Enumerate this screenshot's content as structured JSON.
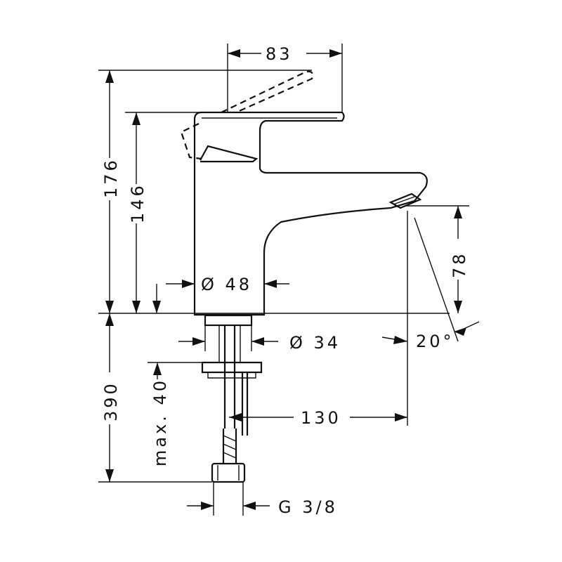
{
  "dimensions": {
    "lever_reach": "83",
    "height_total": "176",
    "height_body": "146",
    "body_diameter": "Ø 48",
    "spout_height": "78",
    "spout_angle": "20°",
    "shank_diameter": "Ø 34",
    "hose_length": "390",
    "max_thickness": "max. 40",
    "projection": "130",
    "thread": "G 3/8"
  }
}
